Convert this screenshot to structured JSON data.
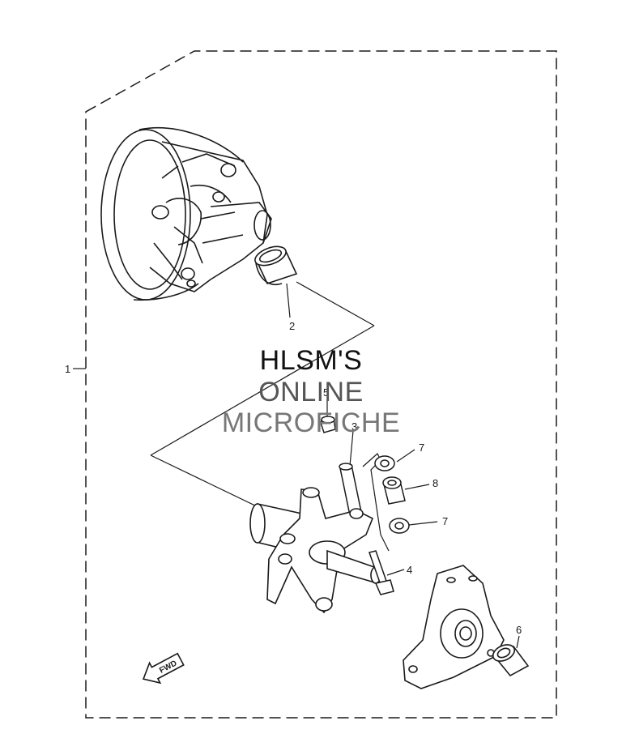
{
  "watermark": {
    "line1": "HLSM'S",
    "line2": "ONLINE",
    "line3": "MICROFICHE"
  },
  "callouts": {
    "c1": "1",
    "c2": "2",
    "c3": "3",
    "c4": "4",
    "c5": "5",
    "c6": "6",
    "c7a": "7",
    "c7b": "7",
    "c8": "8"
  },
  "fwd_label": "FWD",
  "colors": {
    "ink": "#1a1a1a",
    "background": "#ffffff"
  }
}
